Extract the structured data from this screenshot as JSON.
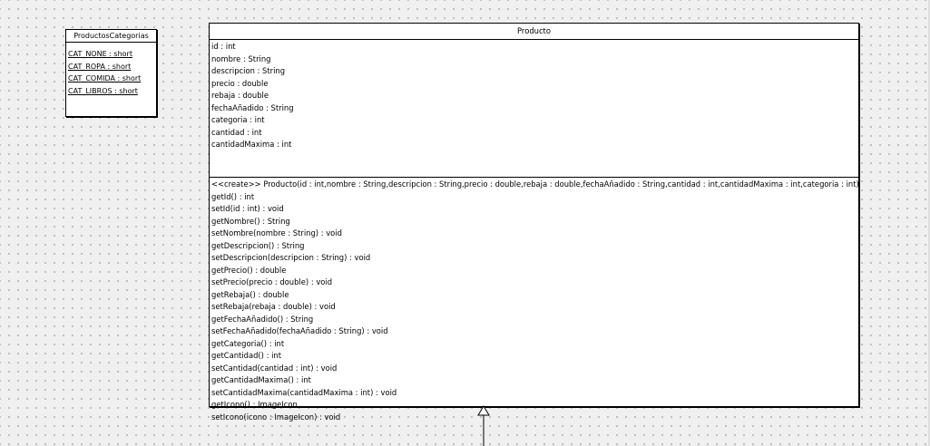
{
  "enum_class": {
    "name": "ProductosCategorias",
    "attributes": [
      "CAT_NONE : short",
      "CAT_ROPA : short",
      "CAT_COMIDA : short",
      "CAT_LIBROS : short"
    ]
  },
  "main_class": {
    "name": "Producto",
    "attributes": [
      "id : int",
      "nombre : String",
      "descripcion : String",
      "precio : double",
      "rebaja : double",
      "fechaAñadido : String",
      "categoria : int",
      "cantidad : int",
      "cantidadMaxima : int"
    ],
    "operations": [
      "<<create>> Producto(id : int,nombre : String,descripcion : String,precio : double,rebaja : double,fechaAñadido : String,cantidad : int,cantidadMaxima : int,categoria : int)",
      "getId() : int",
      "setId(id : int) : void",
      "getNombre() : String",
      "setNombre(nombre : String) : void",
      "getDescripcion() : String",
      "setDescripcion(descripcion : String) : void",
      "getPrecio() : double",
      "setPrecio(precio : double) : void",
      "getRebaja() : double",
      "setRebaja(rebaja : double) : void",
      "getFechaAñadido() : String",
      "setFechaAñadido(fechaAñadido : String) : void",
      "getCategoria() : int",
      "getCantidad() : int",
      "setCantidad(cantidad : int) : void",
      "getCantidadMaxima() : int",
      "setCantidadMaxima(cantidadMaxima : int) : void",
      "getIcono() : ImageIcon",
      "setIcono(icono : ImageIcon) : void"
    ]
  },
  "connector": {
    "type": "generalization",
    "colors": {
      "line": "#000000",
      "arrow_fill": "#ffffff"
    }
  },
  "colors": {
    "canvas": "#f0f0f0",
    "grid_dot": "#b0b0b0",
    "class_fill": "#ffffff",
    "border": "#000000"
  }
}
